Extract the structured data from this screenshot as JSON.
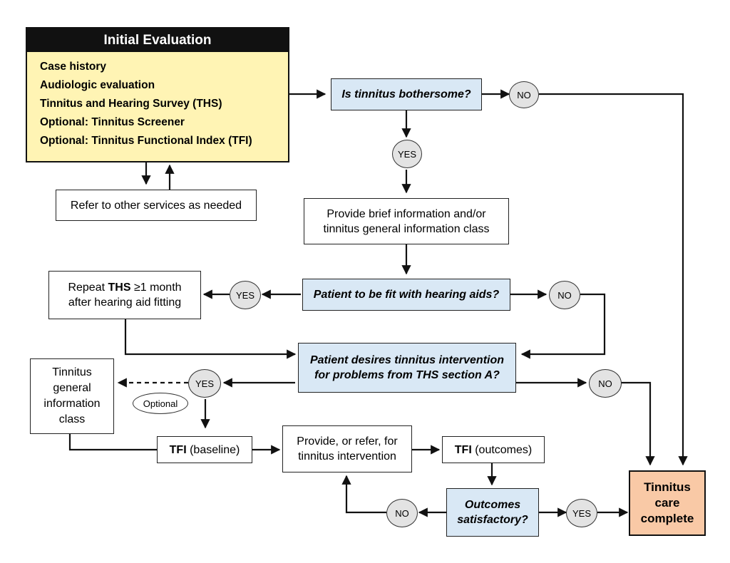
{
  "initial_evaluation": {
    "title": "Initial Evaluation",
    "items": [
      "Case history",
      "Audiologic evaluation",
      "Tinnitus and Hearing Survey (THS)",
      "Optional: Tinnitus Screener",
      "Optional: Tinnitus Functional Index (TFI)"
    ]
  },
  "refer_services": "Refer to other services as needed",
  "q_bothersome": "Is tinnitus bothersome?",
  "brief_info": [
    "Provide brief information and/or",
    "tinnitus general information class"
  ],
  "q_hearing_aids": "Patient to be fit with hearing aids?",
  "repeat_ths": {
    "line1_prefix": "Repeat ",
    "line1_bold": "THS",
    "line1_suffix": " ≥1 month",
    "line2": "after hearing aid fitting"
  },
  "q_intervention": [
    "Patient desires tinnitus intervention",
    "for problems from THS section A?"
  ],
  "general_info_class": [
    "Tinnitus",
    "general",
    "information",
    "class"
  ],
  "optional_label": "Optional",
  "tfi_baseline": {
    "bold": "TFI",
    "rest": " (baseline)"
  },
  "provide_intervention": [
    "Provide, or refer, for",
    "tinnitus intervention"
  ],
  "tfi_outcomes": {
    "bold": "TFI",
    "rest": " (outcomes)"
  },
  "q_outcomes": [
    "Outcomes",
    "satisfactory?"
  ],
  "care_complete": [
    "Tinnitus",
    "care",
    "complete"
  ],
  "answers": {
    "yes": "YES",
    "no": "NO"
  }
}
